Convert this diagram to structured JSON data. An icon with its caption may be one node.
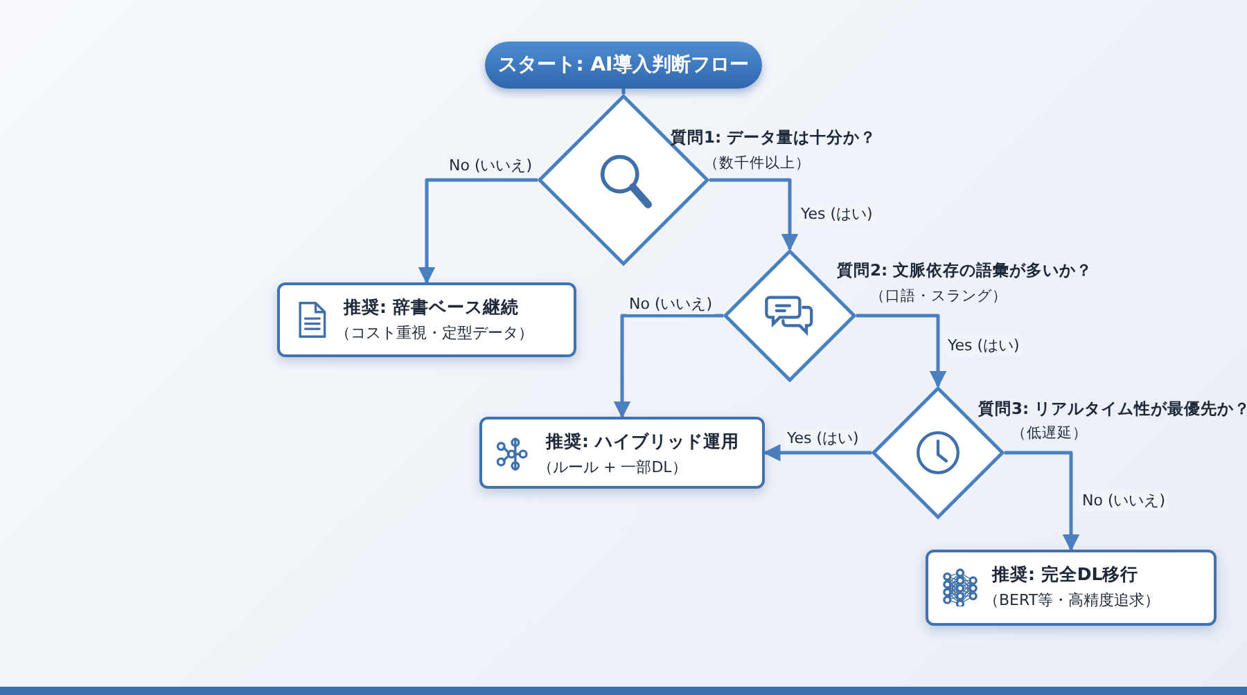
{
  "diagram": {
    "nodes": [
      {
        "text": [
          "スタート: AI導入判断フロー"
        ]
      },
      {
        "text": [
          "質問1: データ量は十分か？",
          "（数千件以上）"
        ]
      },
      {
        "text": [
          "推奨: 辞書ベース継続",
          "（コスト重視・定型データ）"
        ]
      },
      {
        "text": [
          "質問2: 文脈依存の語彙が多いか？",
          "（口語・スラング）"
        ]
      },
      {
        "text": [
          "推奨: ハイブリッド運用",
          "（ルール + 一部DL）"
        ]
      },
      {
        "text": [
          "質問3: リアルタイム性が最優先か？",
          "（低遅延）"
        ]
      },
      {
        "text": [
          "推奨: 完全DL移行",
          "（BERT等・高精度追求）"
        ]
      }
    ],
    "edges": [
      {
        "from": 0,
        "to": 1,
        "arrow": "none"
      },
      {
        "from": 1,
        "to": 2,
        "arrow": "to",
        "label": "No (いいえ)"
      },
      {
        "from": 1,
        "to": 3,
        "arrow": "to",
        "label": "Yes (はい)"
      },
      {
        "from": 3,
        "to": 4,
        "arrow": "to",
        "label": "No (いいえ)"
      },
      {
        "from": 3,
        "to": 5,
        "arrow": "to",
        "label": "Yes (はい)"
      },
      {
        "from": 5,
        "to": 4,
        "arrow": "to",
        "label": "Yes (はい)"
      },
      {
        "from": 5,
        "to": 6,
        "arrow": "to",
        "label": "No (いいえ)"
      }
    ]
  }
}
